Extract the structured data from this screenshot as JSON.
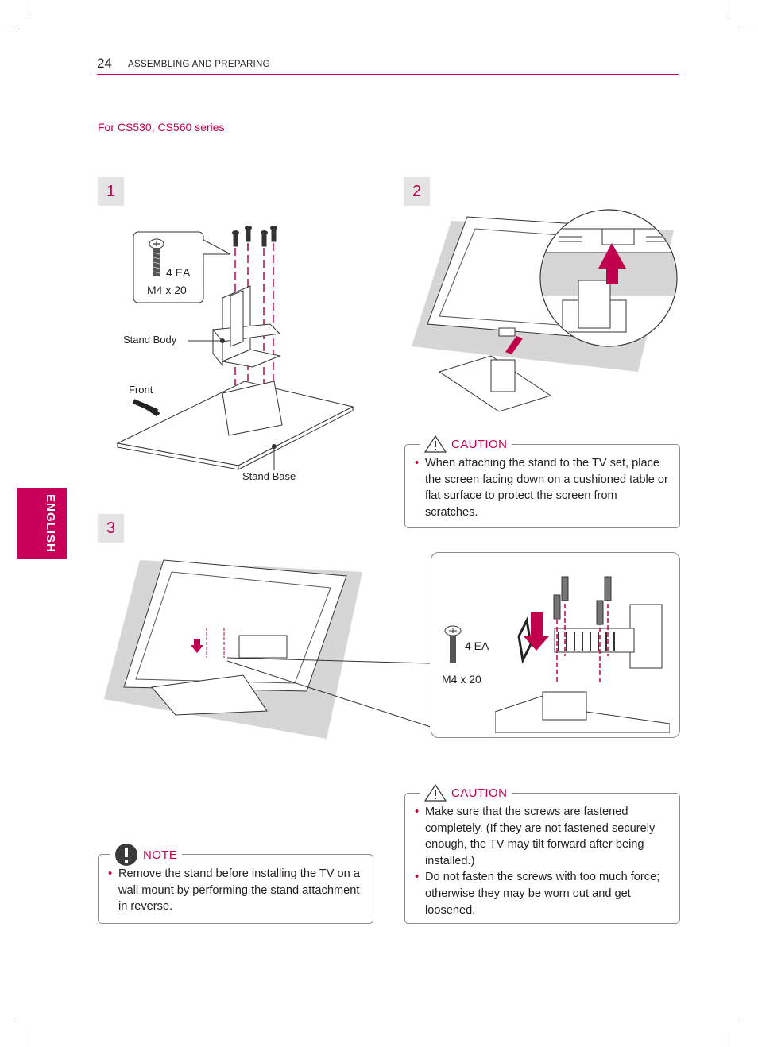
{
  "header": {
    "page_number": "24",
    "section_title": "ASSEMBLING AND PREPARING"
  },
  "series_heading": "For CS530, CS560 series",
  "side_tab": {
    "label": "ENGLISH"
  },
  "steps": [
    {
      "number": "1"
    },
    {
      "number": "2"
    },
    {
      "number": "3"
    }
  ],
  "figure1": {
    "screw_count": "4 EA",
    "screw_size": "M4 x 20",
    "label_stand_body": "Stand Body",
    "label_front": "Front",
    "label_stand_base": "Stand Base"
  },
  "figure3": {
    "screw_count": "4 EA",
    "screw_size": "M4 x 20"
  },
  "caution1": {
    "heading": "CAUTION",
    "items": [
      "When attaching the stand to the TV set, place the screen facing down on a cushioned table or flat surface to protect the screen from scratches."
    ]
  },
  "caution2": {
    "heading": "CAUTION",
    "items": [
      "Make sure that the screws are fastened completely. (If they are not fastened securely enough, the TV may tilt forward after being installed.)",
      "Do not fasten the screws with too much force; otherwise they may be worn out and get loosened."
    ]
  },
  "note": {
    "heading": "NOTE",
    "items": [
      "Remove the stand before installing the TV on a wall mount by performing the stand attachment in reverse."
    ]
  },
  "colors": {
    "accent": "#c0004d",
    "tab": "#c8005a",
    "step_bg": "#e4e4e4"
  }
}
